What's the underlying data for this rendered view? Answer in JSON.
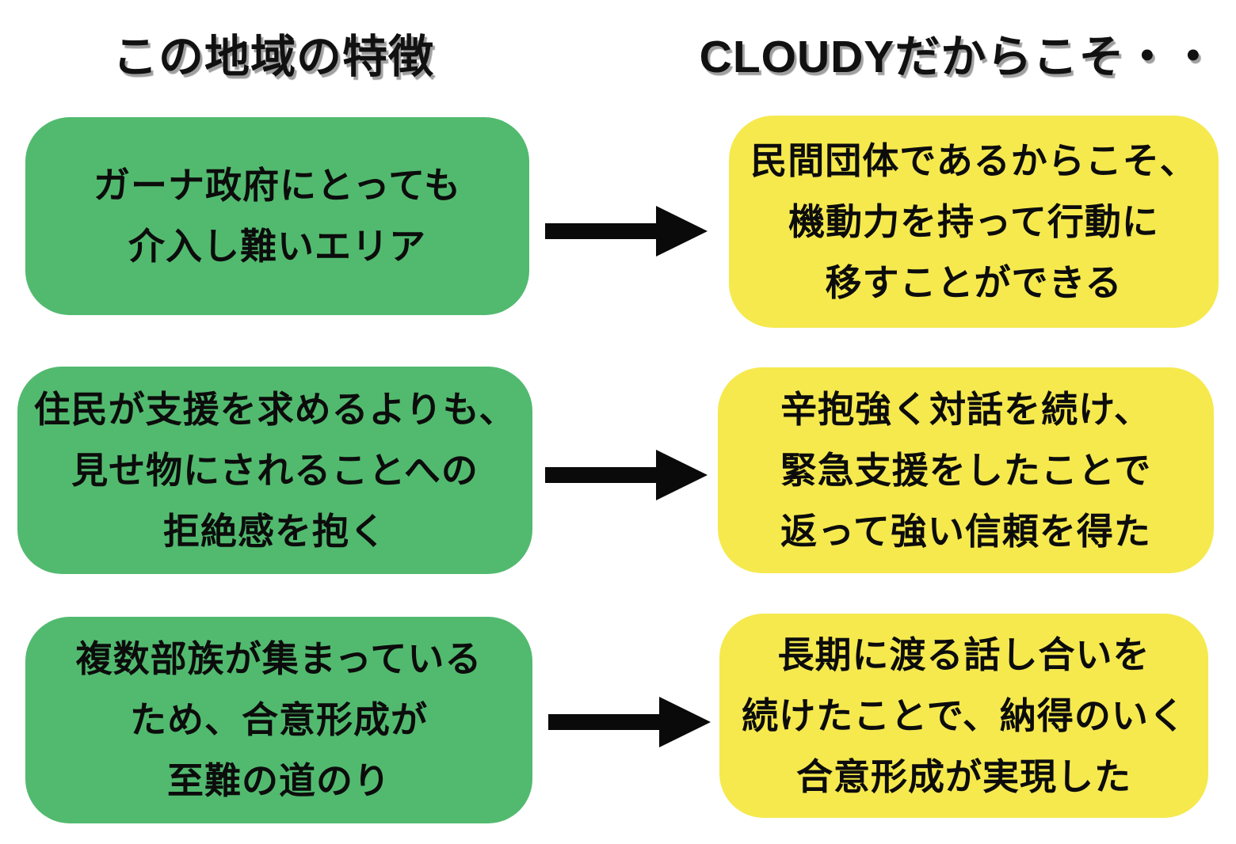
{
  "headers": {
    "left": "この地域の特徴",
    "right": "CLOUDYだからこそ・・"
  },
  "colors": {
    "left_box_fill": "#52ba6f",
    "right_box_fill": "#f5e94e",
    "text": "#0c0c0c",
    "arrow": "#0a0a0a",
    "header_shadow": "#a0a0a0",
    "background": "#ffffff"
  },
  "rows": [
    {
      "left": {
        "lines": [
          "ガーナ政府にとっても",
          "介入し難いエリア"
        ]
      },
      "right": {
        "lines": [
          "民間団体であるからこそ、",
          "機動力を持って行動に",
          "移すことができる"
        ]
      }
    },
    {
      "left": {
        "lines": [
          "住民が支援を求めるよりも、",
          "見せ物にされることへの",
          "拒絶感を抱く"
        ]
      },
      "right": {
        "lines": [
          "辛抱強く対話を続け、",
          "緊急支援をしたことで",
          "返って強い信頼を得た"
        ]
      }
    },
    {
      "left": {
        "lines": [
          "複数部族が集まっている",
          "ため、合意形成が",
          "至難の道のり"
        ]
      },
      "right": {
        "lines": [
          "長期に渡る話し合いを",
          "続けたことで、納得のいく",
          "合意形成が実現した"
        ]
      }
    }
  ],
  "icons": {
    "arrow": "right-arrow"
  }
}
